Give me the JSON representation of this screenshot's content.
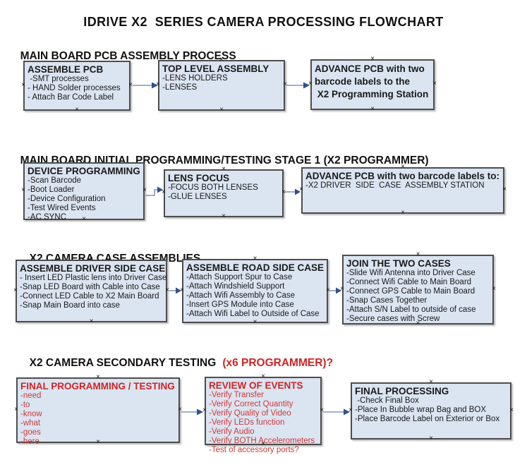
{
  "title": "IDRIVE X2  SERIES CAMERA PROCESSING FLOWCHART",
  "icons": {
    "connection_anchor_glyph": "×"
  },
  "colors": {
    "box_fill": "#dbe4f1",
    "box_border": "#4d4d4d",
    "arrow_line": "#7e97bb",
    "arrow_head": "#33508e",
    "red_text": "#cc2626",
    "black_text": "#1a1a1a"
  },
  "sections": [
    {
      "heading": "MAIN BOARD PCB ASSEMBLY PROCESS",
      "boxes": [
        {
          "title": "ASSEMBLE PCB",
          "items": [
            " -SMT processes",
            "- HAND Solder processes",
            "- Attach Bar Code Label"
          ]
        },
        {
          "title": "TOP LEVEL ASSEMBLY",
          "items": [
            "-LENS HOLDERS",
            "-LENSES"
          ]
        },
        {
          "title_lines": [
            "ADVANCE PCB with two",
            "barcode labels to the",
            " X2 Programming Station"
          ]
        }
      ]
    },
    {
      "heading": "MAIN BOARD INITIAL PROGRAMMING/TESTING STAGE 1 (X2 PROGRAMMER)",
      "boxes": [
        {
          "title": "DEVICE PROGRAMMING",
          "items": [
            "-Scan Barcode",
            "-Boot Loader",
            "-Device Configuration",
            "-Test Wired Events",
            "-AC SYNC"
          ]
        },
        {
          "title": "LENS FOCUS",
          "items": [
            "-FOCUS BOTH LENSES",
            "-GLUE LENSES"
          ]
        },
        {
          "title": "ADVANCE PCB with two barcode labels to:",
          "items": [
            "-X2 DRIVER  SIDE  CASE  ASSEMBLY STATION"
          ]
        }
      ]
    },
    {
      "heading": "X2 CAMERA CASE ASSEMBLIES",
      "boxes": [
        {
          "title": "ASSEMBLE DRIVER SIDE CASE",
          "items": [
            "- Insert LED Plastic lens into Driver Case",
            "-Snap LED Board with Cable into Case",
            "-Connect LED Cable to X2 Main Board",
            "-Snap Main Board into case"
          ]
        },
        {
          "title": "ASSEMBLE ROAD SIDE CASE",
          "items": [
            "-Attach Support Spur to Case",
            "-Attach Windshield Support",
            "-Attach Wifi Assembly to Case",
            "-Insert GPS Module into Case",
            "-Attach Wifi Label to Outside of Case"
          ]
        },
        {
          "title": "JOIN THE TWO CASES",
          "items": [
            "-Slide Wifi Antenna into Driver Case",
            "-Connect Wifi Cable to Main Board",
            "-Connect GPS Cable to Main Board",
            "-Snap Cases Together",
            "-Attach S/N Label to outside of case",
            "-Secure cases with Screw"
          ]
        }
      ]
    },
    {
      "heading": "X2 CAMERA SECONDARY TESTING",
      "heading_red": "(x6 PROGRAMMER)?",
      "boxes": [
        {
          "title": "FINAL PROGRAMMING / TESTING",
          "items": [
            "-need",
            "-to",
            "-know",
            "-what",
            "-goes",
            "-here"
          ]
        },
        {
          "title": "REVIEW OF EVENTS",
          "items": [
            "-Verify Transfer",
            "-Verify Correct Quantity",
            "-Verify Quality of Video",
            "-Verify LEDs function",
            "-Verify Audio",
            "-Verify BOTH Accelerometers",
            "-Test of accessory ports?"
          ]
        },
        {
          "title": "FINAL PROCESSING",
          "items": [
            " -Check Final Box",
            "-Place In Bubble wrap Bag and BOX",
            "-Place Barcode Label on Exterior or Box"
          ]
        }
      ]
    }
  ]
}
